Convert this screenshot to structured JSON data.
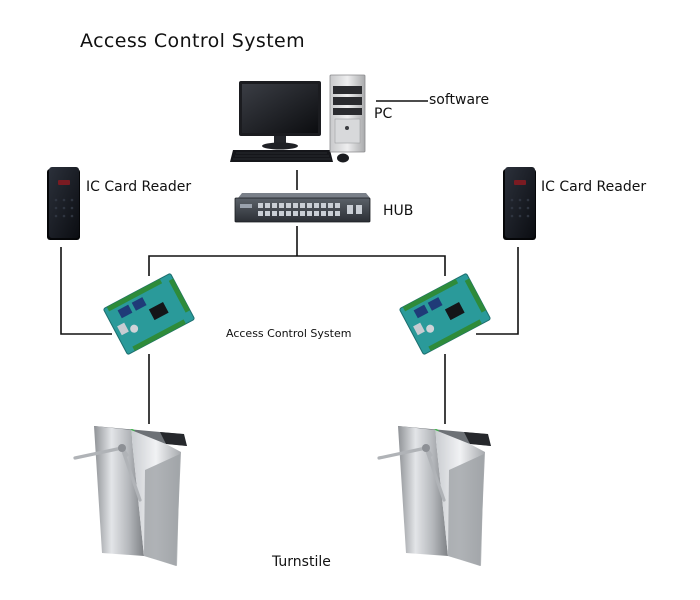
{
  "title": "Access  Control System",
  "labels": {
    "pc": "PC",
    "software": "software",
    "hub": "HUB",
    "reader_left": "IC Card Reader",
    "reader_right": "IC Card Reader",
    "controller": "Access  Control System",
    "turnstile": "Turnstile"
  },
  "nodes": {
    "pc": "desktop-computer",
    "hub": "network-switch",
    "readers": [
      "card-reader-left",
      "card-reader-right"
    ],
    "controllers": [
      "controller-board-left",
      "controller-board-right"
    ],
    "turnstiles": [
      "turnstile-left",
      "turnstile-right"
    ]
  },
  "colors": {
    "line": "#111111",
    "board": "#2a9a9a",
    "reader": "#161a22",
    "steel": "#b9bcc0"
  }
}
